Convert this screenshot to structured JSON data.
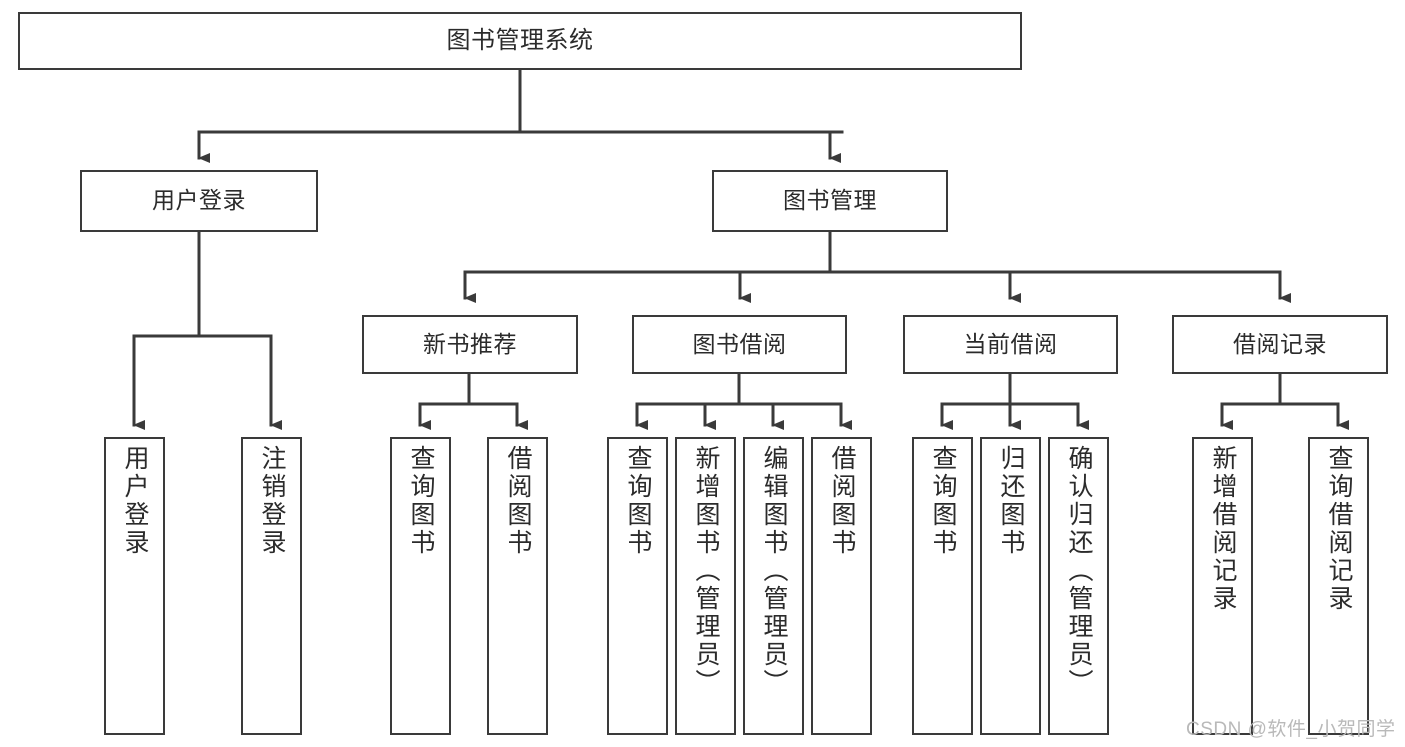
{
  "diagram": {
    "title": "图书管理系统",
    "type": "hierarchy-tree",
    "watermark": "CSDN @软件_小贺同学",
    "colors": {
      "stroke": "#3a3a3a",
      "box_fill": "#ffffff",
      "text": "#2b2b2b",
      "background": "#ffffff",
      "watermark": "#b9b9b9"
    },
    "levels": {
      "root": {
        "label": "图书管理系统"
      },
      "level2": [
        {
          "label": "用户登录"
        },
        {
          "label": "图书管理"
        }
      ],
      "level3": [
        {
          "label": "新书推荐"
        },
        {
          "label": "图书借阅"
        },
        {
          "label": "当前借阅"
        },
        {
          "label": "借阅记录"
        }
      ],
      "leaves": {
        "user_login": [
          {
            "label": "用户登录"
          },
          {
            "label": "注销登录"
          }
        ],
        "new_book_recommend": [
          {
            "label": "查询图书"
          },
          {
            "label": "借阅图书"
          }
        ],
        "book_borrow": [
          {
            "label": "查询图书"
          },
          {
            "label": "新增图书（管理员）"
          },
          {
            "label": "编辑图书（管理员）"
          },
          {
            "label": "借阅图书"
          }
        ],
        "current_borrow": [
          {
            "label": "查询图书"
          },
          {
            "label": "归还图书"
          },
          {
            "label": "确认归还（管理员）"
          }
        ],
        "borrow_record": [
          {
            "label": "新增借阅记录"
          },
          {
            "label": "查询借阅记录"
          }
        ]
      }
    }
  }
}
